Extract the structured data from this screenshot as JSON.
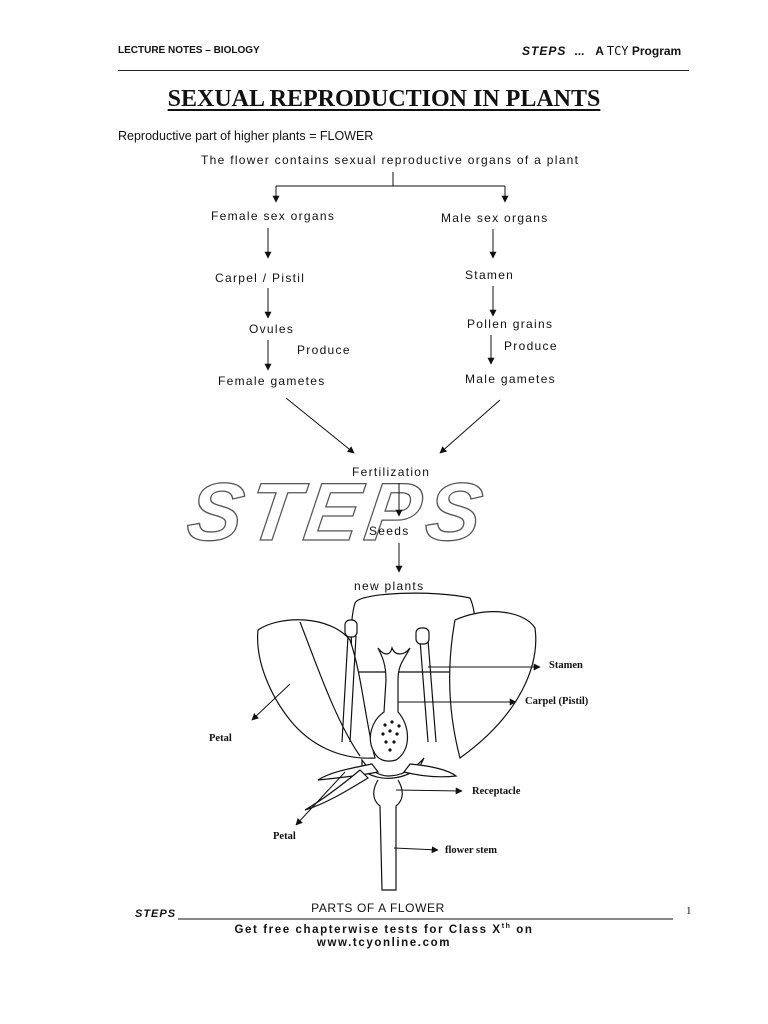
{
  "header": {
    "left": "LECTURE NOTES – BIOLOGY",
    "brand": "STEPS",
    "dots": "...",
    "prefix": "A",
    "tcy": "TCY",
    "program": "Program"
  },
  "title": "SEXUAL REPRODUCTION IN PLANTS",
  "intro": "Reproductive part of higher plants = FLOWER",
  "flowchart": {
    "top": "The flower contains sexual reproductive organs of a plant",
    "female": {
      "organs": "Female sex organs",
      "part": "Carpel / Pistil",
      "ovules": "Ovules",
      "produce": "Produce",
      "gametes": "Female gametes"
    },
    "male": {
      "organs": "Male sex organs",
      "part": "Stamen",
      "pollen": "Pollen grains",
      "produce": "Produce",
      "gametes": "Male gametes"
    },
    "fertilization": "Fertilization",
    "seeds": "Seeds",
    "new_plants": "new plants"
  },
  "watermark": "STEPS",
  "diagram": {
    "labels": {
      "stamen": "Stamen",
      "carpel": "Carpel (Pistil)",
      "petal_upper": "Petal",
      "receptacle": "Receptacle",
      "petal_lower": "Petal",
      "flower_stem": "flower stem"
    },
    "caption": "PARTS OF A FLOWER"
  },
  "footer": {
    "brand": "STEPS",
    "page": "1",
    "line1_prefix": "Get free chapterwise tests for Class X",
    "line1_sup": "th",
    "line1_suffix": "on",
    "line2": "www.tcyonline.com"
  }
}
